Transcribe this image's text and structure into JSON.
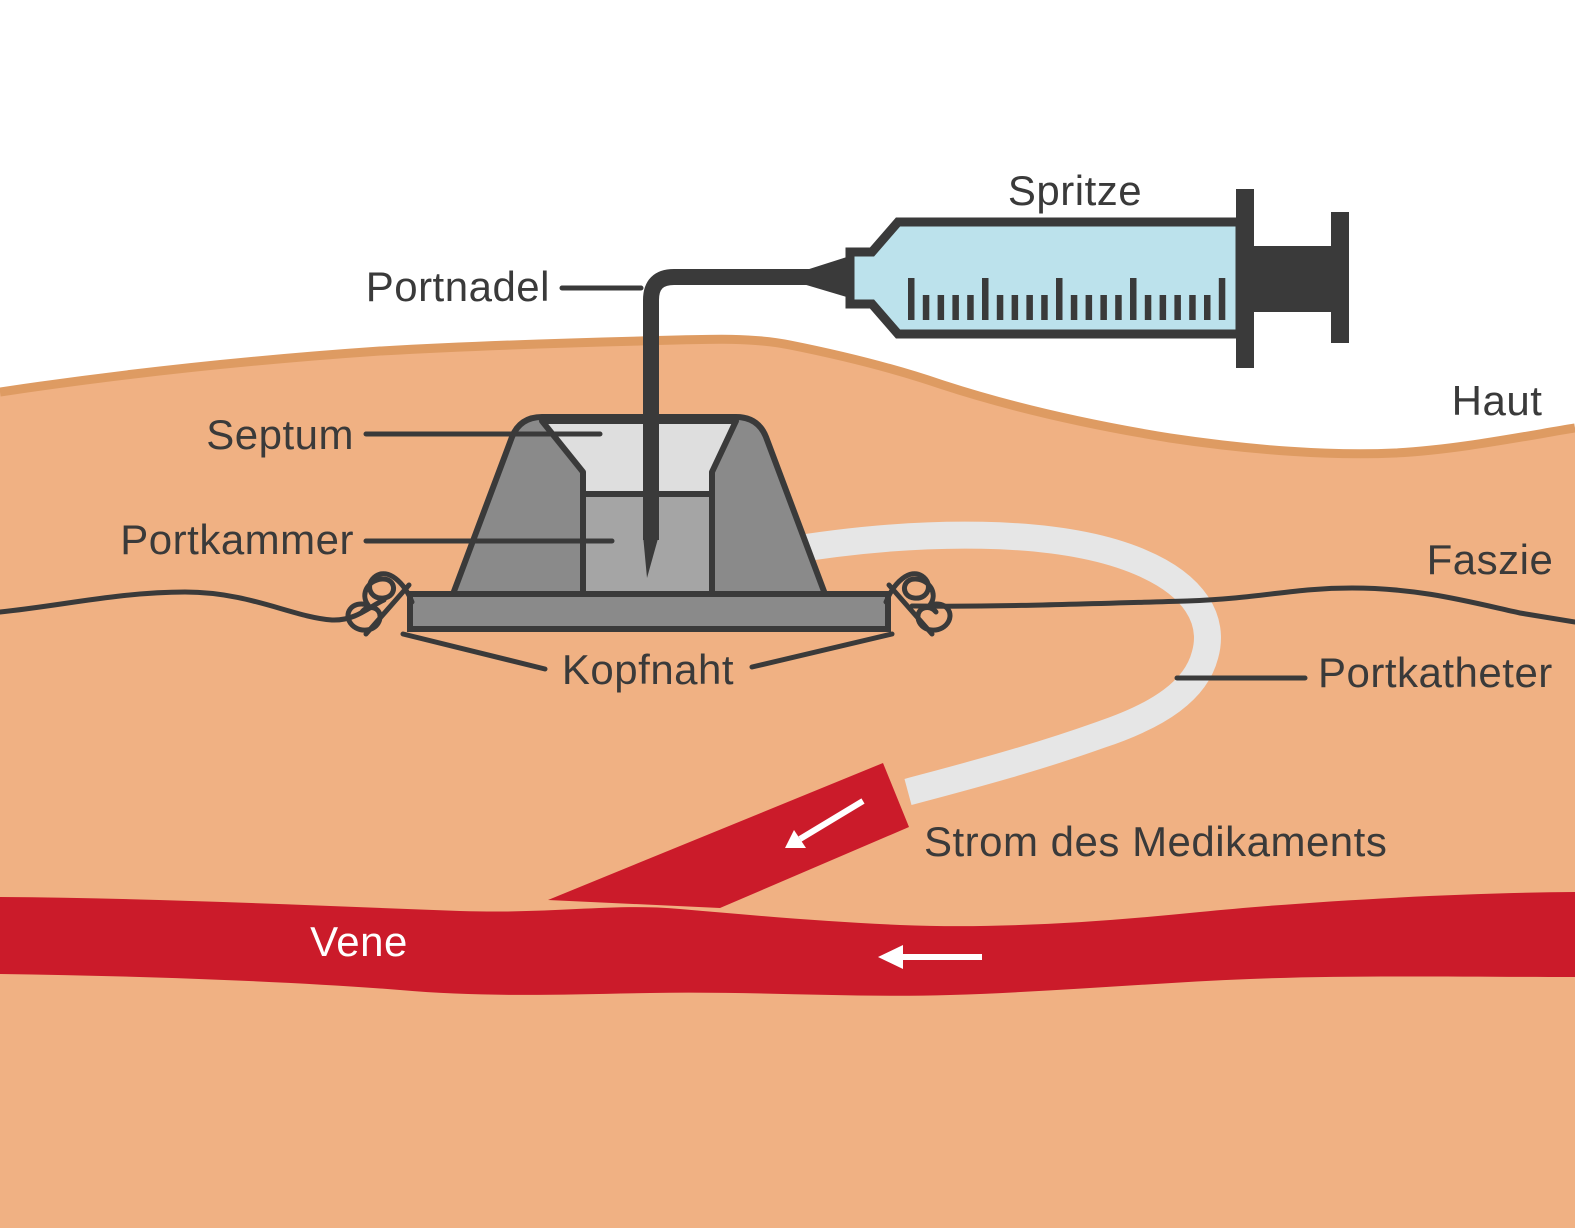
{
  "figure": {
    "labels": {
      "spritze": "Spritze",
      "portnadel": "Portnadel",
      "septum": "Septum",
      "portkammer": "Portkammer",
      "kopfnaht": "Kopfnaht",
      "haut": "Haut",
      "faszie": "Faszie",
      "portkatheter": "Portkatheter",
      "strom_des_medikaments": "Strom des Medikaments",
      "vene": "Vene"
    },
    "colors": {
      "background": "#ffffff",
      "skin": "#f0b183",
      "skin_edge": "#de9b62",
      "outline": "#3a3a3a",
      "label_text": "#3a3a3a",
      "port_body": "#8a8a8a",
      "port_chamber": "#a5a5a5",
      "port_septum": "#dedede",
      "catheter": "#e6e6e6",
      "syringe_fluid": "#bce2ec",
      "vein": "#cb1b2a",
      "flow_arrow": "#ffffff"
    }
  }
}
